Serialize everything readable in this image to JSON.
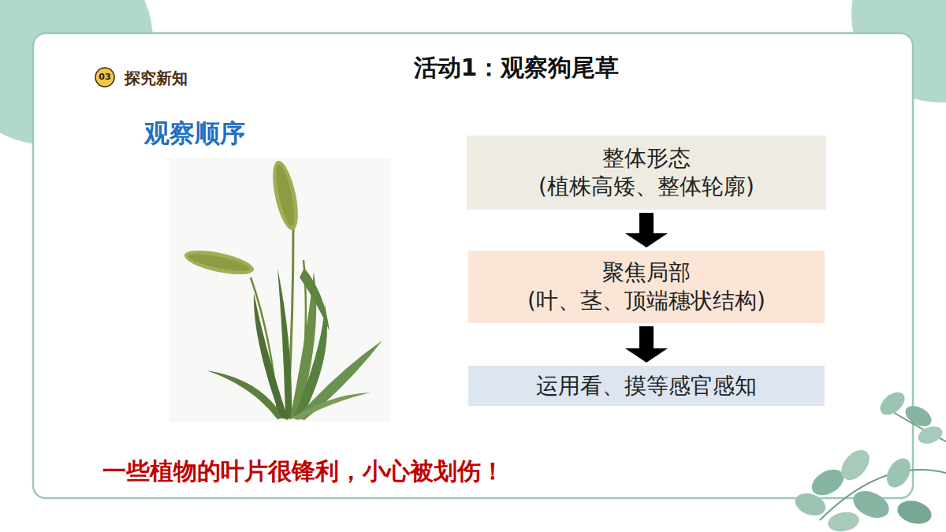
{
  "diagram": {
    "title": "活动1：观察狗尾草",
    "nodes": [
      {
        "text": [
          "整体形态",
          "(植株高矮、整体轮廓)"
        ]
      },
      {
        "text": [
          "聚焦局部",
          "(叶、茎、顶端穗状结构)"
        ]
      },
      {
        "text": [
          "运用看、摸等感官感知"
        ]
      }
    ],
    "edges": [
      {
        "from": 0,
        "to": 1,
        "arrow": "to"
      },
      {
        "from": 1,
        "to": 2,
        "arrow": "to"
      }
    ],
    "labels": [
      "03",
      "探究新知",
      "观察顺序",
      "一些植物的叶片很锋利，小心被划伤！"
    ]
  }
}
